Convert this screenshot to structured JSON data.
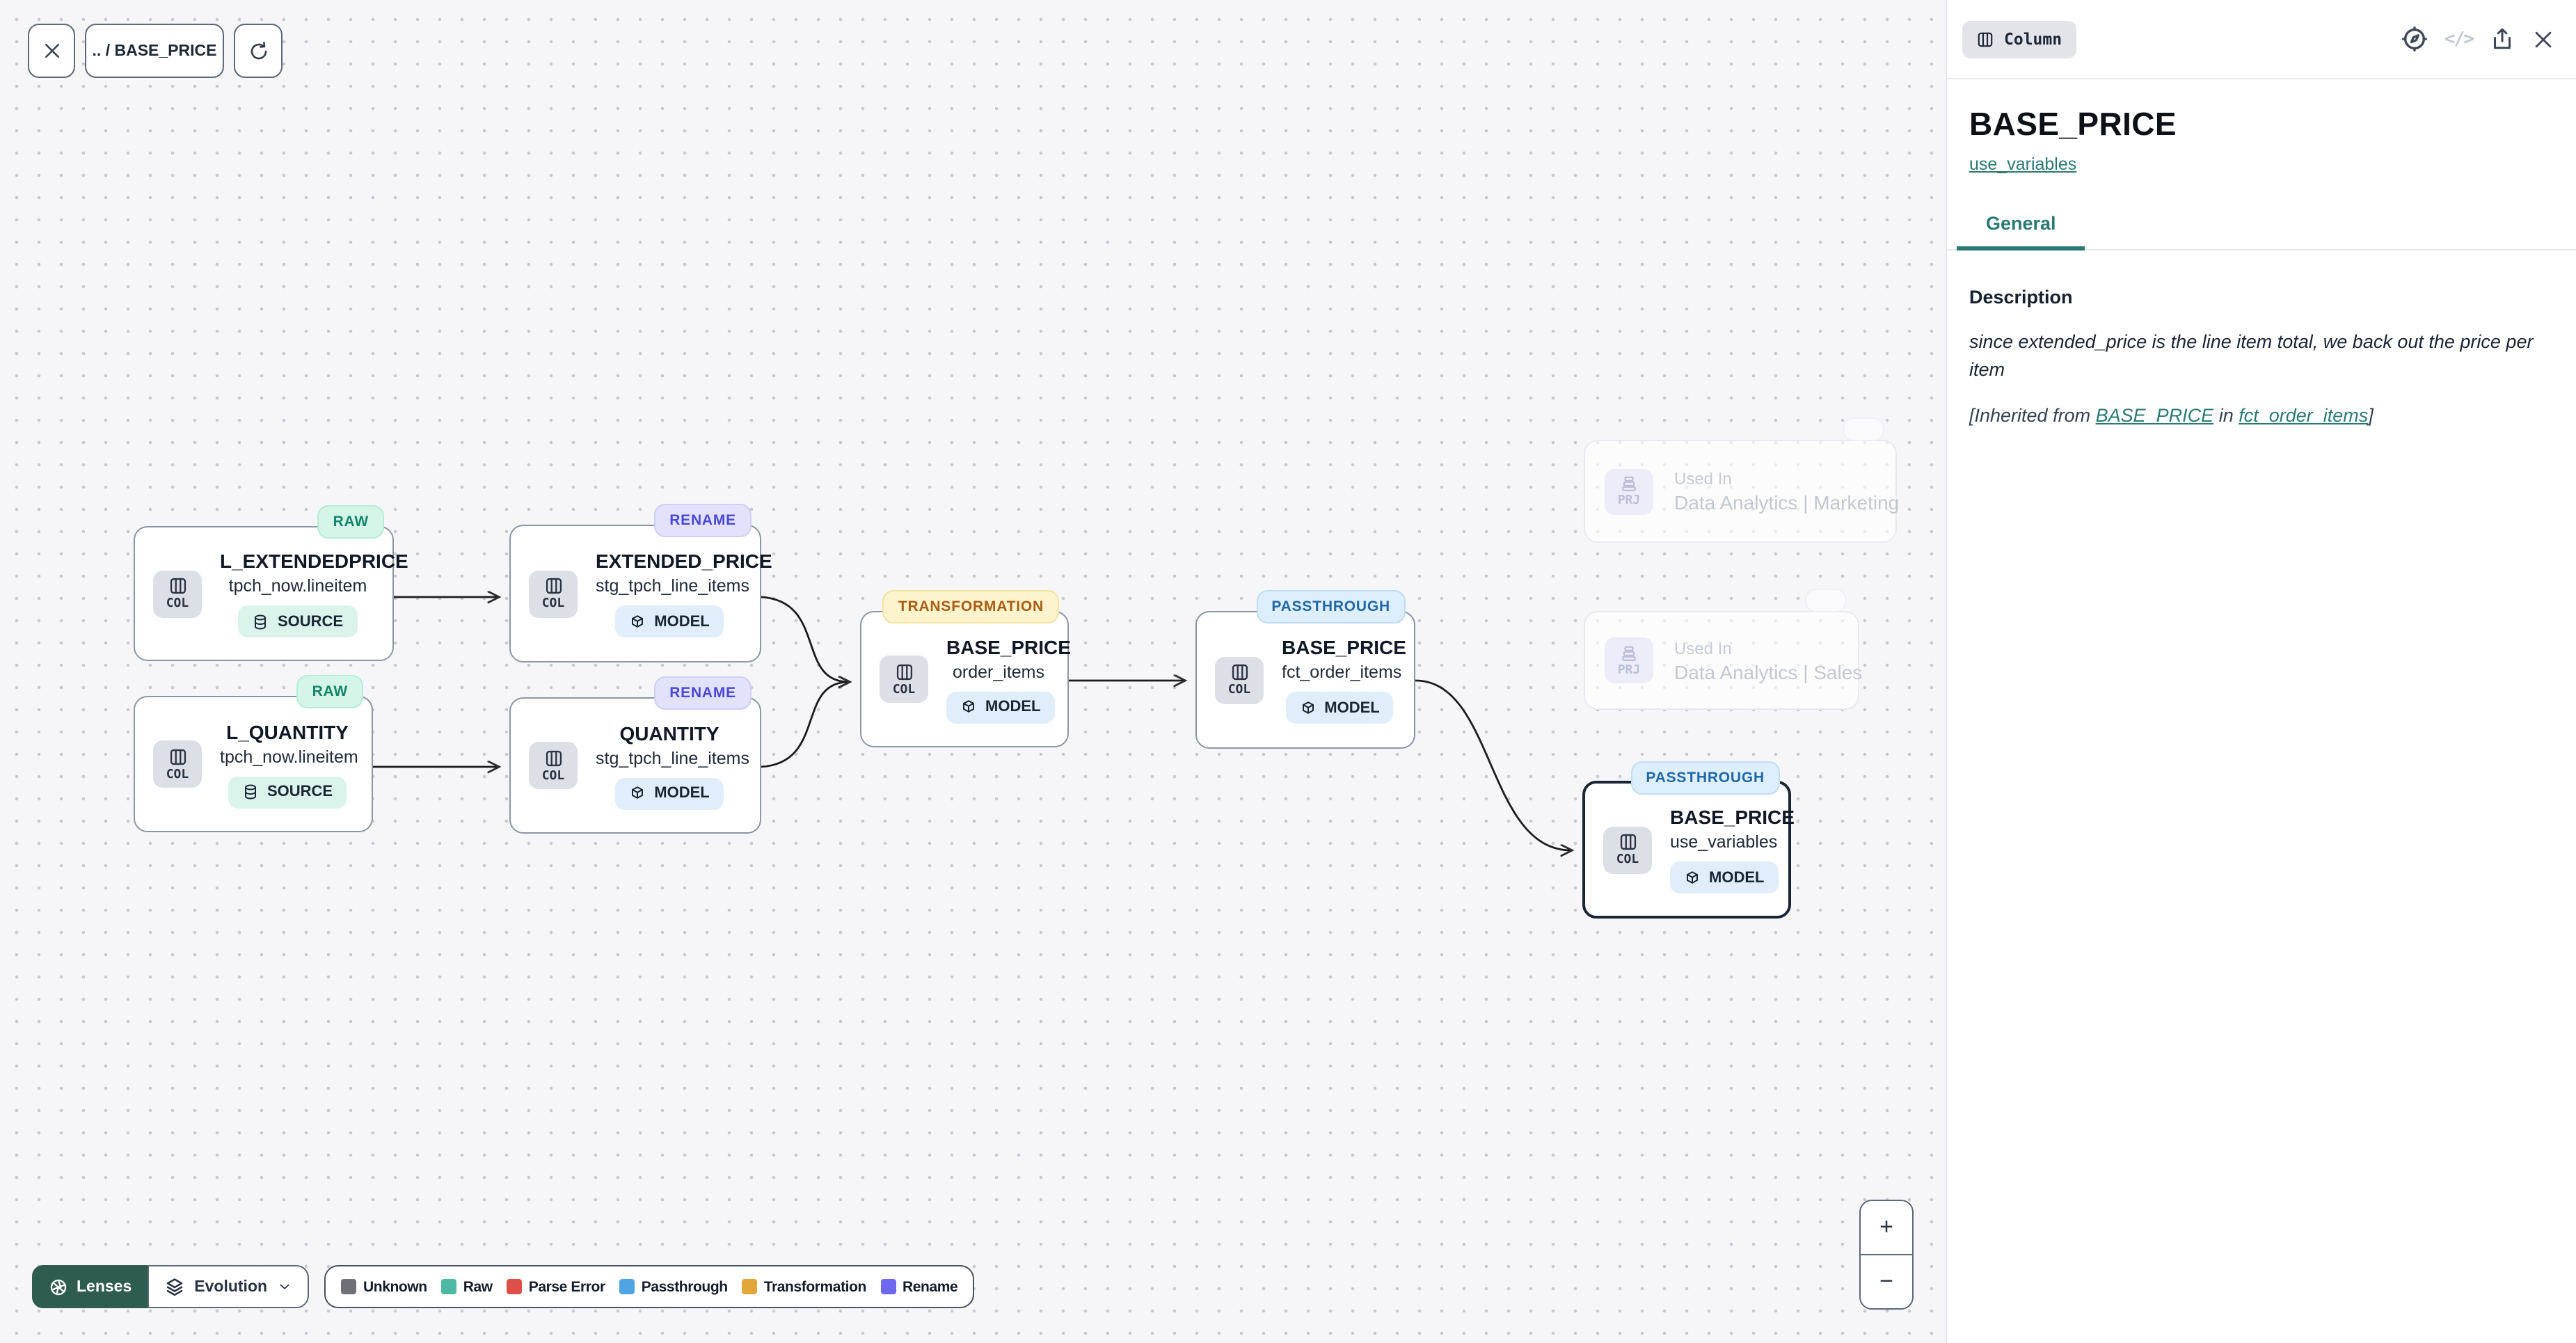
{
  "toolbar": {
    "breadcrumb": ".. / BASE_PRICE"
  },
  "colors": {
    "accent": "#2a7a74",
    "lenses_button_bg": "#2e5c4e",
    "edge": "#1c1c1c",
    "selected_node_border": "#1b2535"
  },
  "lens_styles": {
    "raw": {
      "bg": "#d6f5e9",
      "fg": "#12856a",
      "border": "#b5ecd9"
    },
    "rename": {
      "bg": "#e3e2fc",
      "fg": "#4b48d6",
      "border": "#cfcef7"
    },
    "transformation": {
      "bg": "#fdf3cd",
      "fg": "#a85d12",
      "border": "#f3e3a4"
    },
    "passthrough": {
      "bg": "#ddeefc",
      "fg": "#2167a5",
      "border": "#bfdcf6"
    }
  },
  "canvas": {
    "nodes": [
      {
        "lens": "RAW",
        "type": "COL",
        "title": "L_EXTENDEDPRICE",
        "subtitle": "tpch_now.lineitem",
        "asset": "SOURCE"
      },
      {
        "lens": "RAW",
        "type": "COL",
        "title": "L_QUANTITY",
        "subtitle": "tpch_now.lineitem",
        "asset": "SOURCE"
      },
      {
        "lens": "RENAME",
        "type": "COL",
        "title": "EXTENDED_PRICE",
        "subtitle": "stg_tpch_line_items",
        "asset": "MODEL"
      },
      {
        "lens": "RENAME",
        "type": "COL",
        "title": "QUANTITY",
        "subtitle": "stg_tpch_line_items",
        "asset": "MODEL"
      },
      {
        "lens": "TRANSFORMATION",
        "type": "COL",
        "title": "BASE_PRICE",
        "subtitle": "order_items",
        "asset": "MODEL"
      },
      {
        "lens": "PASSTHROUGH",
        "type": "COL",
        "title": "BASE_PRICE",
        "subtitle": "fct_order_items",
        "asset": "MODEL"
      },
      {
        "lens": "PASSTHROUGH",
        "type": "COL",
        "title": "BASE_PRICE",
        "subtitle": "use_variables",
        "asset": "MODEL"
      }
    ],
    "used_in": [
      {
        "type": "PRJ",
        "label": "Used In",
        "name": "Data Analytics | Marketing"
      },
      {
        "type": "PRJ",
        "label": "Used In",
        "name": "Data Analytics | Sales"
      }
    ]
  },
  "lenses_bar": {
    "button_label": "Lenses",
    "selected_lens": "Evolution"
  },
  "legend": {
    "items": [
      {
        "label": "Unknown",
        "color": "#6f7076"
      },
      {
        "label": "Raw",
        "color": "#4cbaa2"
      },
      {
        "label": "Parse Error",
        "color": "#dd5047"
      },
      {
        "label": "Passthrough",
        "color": "#4ea3e2"
      },
      {
        "label": "Transformation",
        "color": "#e3a63a"
      },
      {
        "label": "Rename",
        "color": "#6e67ef"
      }
    ]
  },
  "zoom_controls": {
    "zoom_in": "+",
    "zoom_out": "−"
  },
  "panel": {
    "badge": "Column",
    "code_icon_glyph": "</>",
    "title": "BASE_PRICE",
    "model_link": "use_variables",
    "tabs": [
      {
        "label": "General",
        "active": true
      }
    ],
    "description": {
      "heading": "Description",
      "text": "since extended_price is the line item total, we back out the price per item",
      "inherited_prefix": "[Inherited from ",
      "inherited_link_column": "BASE_PRICE",
      "inherited_middle": " in ",
      "inherited_link_model": "fct_order_items",
      "inherited_suffix": "]"
    }
  }
}
